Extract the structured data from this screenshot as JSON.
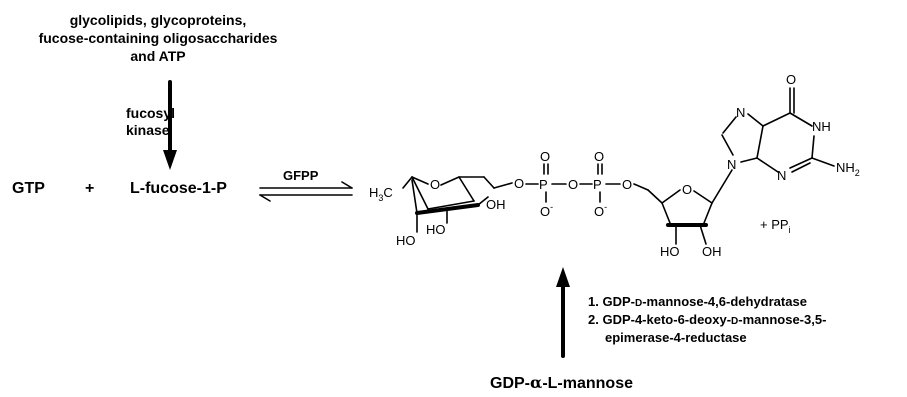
{
  "source": {
    "line1": "glycolipids, glycoproteins,",
    "line2": "fucose-containing oligosaccharides",
    "line3": "and ATP"
  },
  "enzyme_kinase": {
    "line1": "fucosyl",
    "line2": "kinase"
  },
  "reactants": {
    "gtp": "GTP",
    "plus": "+",
    "fucose": "L-fucose-1-P"
  },
  "enzyme_gfpp": "GFPP",
  "product": {
    "h3c": "H",
    "h3c_sub": "3",
    "h3c_tail": "C",
    "ring_o": "O",
    "oh_right": "OH",
    "ho_mid": "HO",
    "ho_low": "HO",
    "o1": "O",
    "p1": "P",
    "o_bridge": "O",
    "p2": "P",
    "o3": "O",
    "p1_top": "O",
    "p2_top": "O",
    "p1_bot": "O",
    "p2_bot": "O",
    "minus": "-",
    "ribose_o": "O",
    "ho_rib": "HO",
    "oh_rib": "OH",
    "n9": "N",
    "n7": "N",
    "n3": "N",
    "nh": "NH",
    "o_carbonyl": "O",
    "nh2": "NH",
    "nh2_sub": "2",
    "plus_ppi": "+  PP",
    "ppi_sub": "i"
  },
  "enzymes_lower": {
    "line1a": "1. GDP-",
    "line1b": "D",
    "line1c": "-mannose-4,6-dehydratase",
    "line2a": "2. GDP-4-keto-6-deoxy-",
    "line2b": "D",
    "line2c": "-mannose-3,5-",
    "line3": "epimerase-4-reductase"
  },
  "precursor": {
    "a": "GDP-",
    "alpha": "α",
    "b": "-L-mannose"
  }
}
